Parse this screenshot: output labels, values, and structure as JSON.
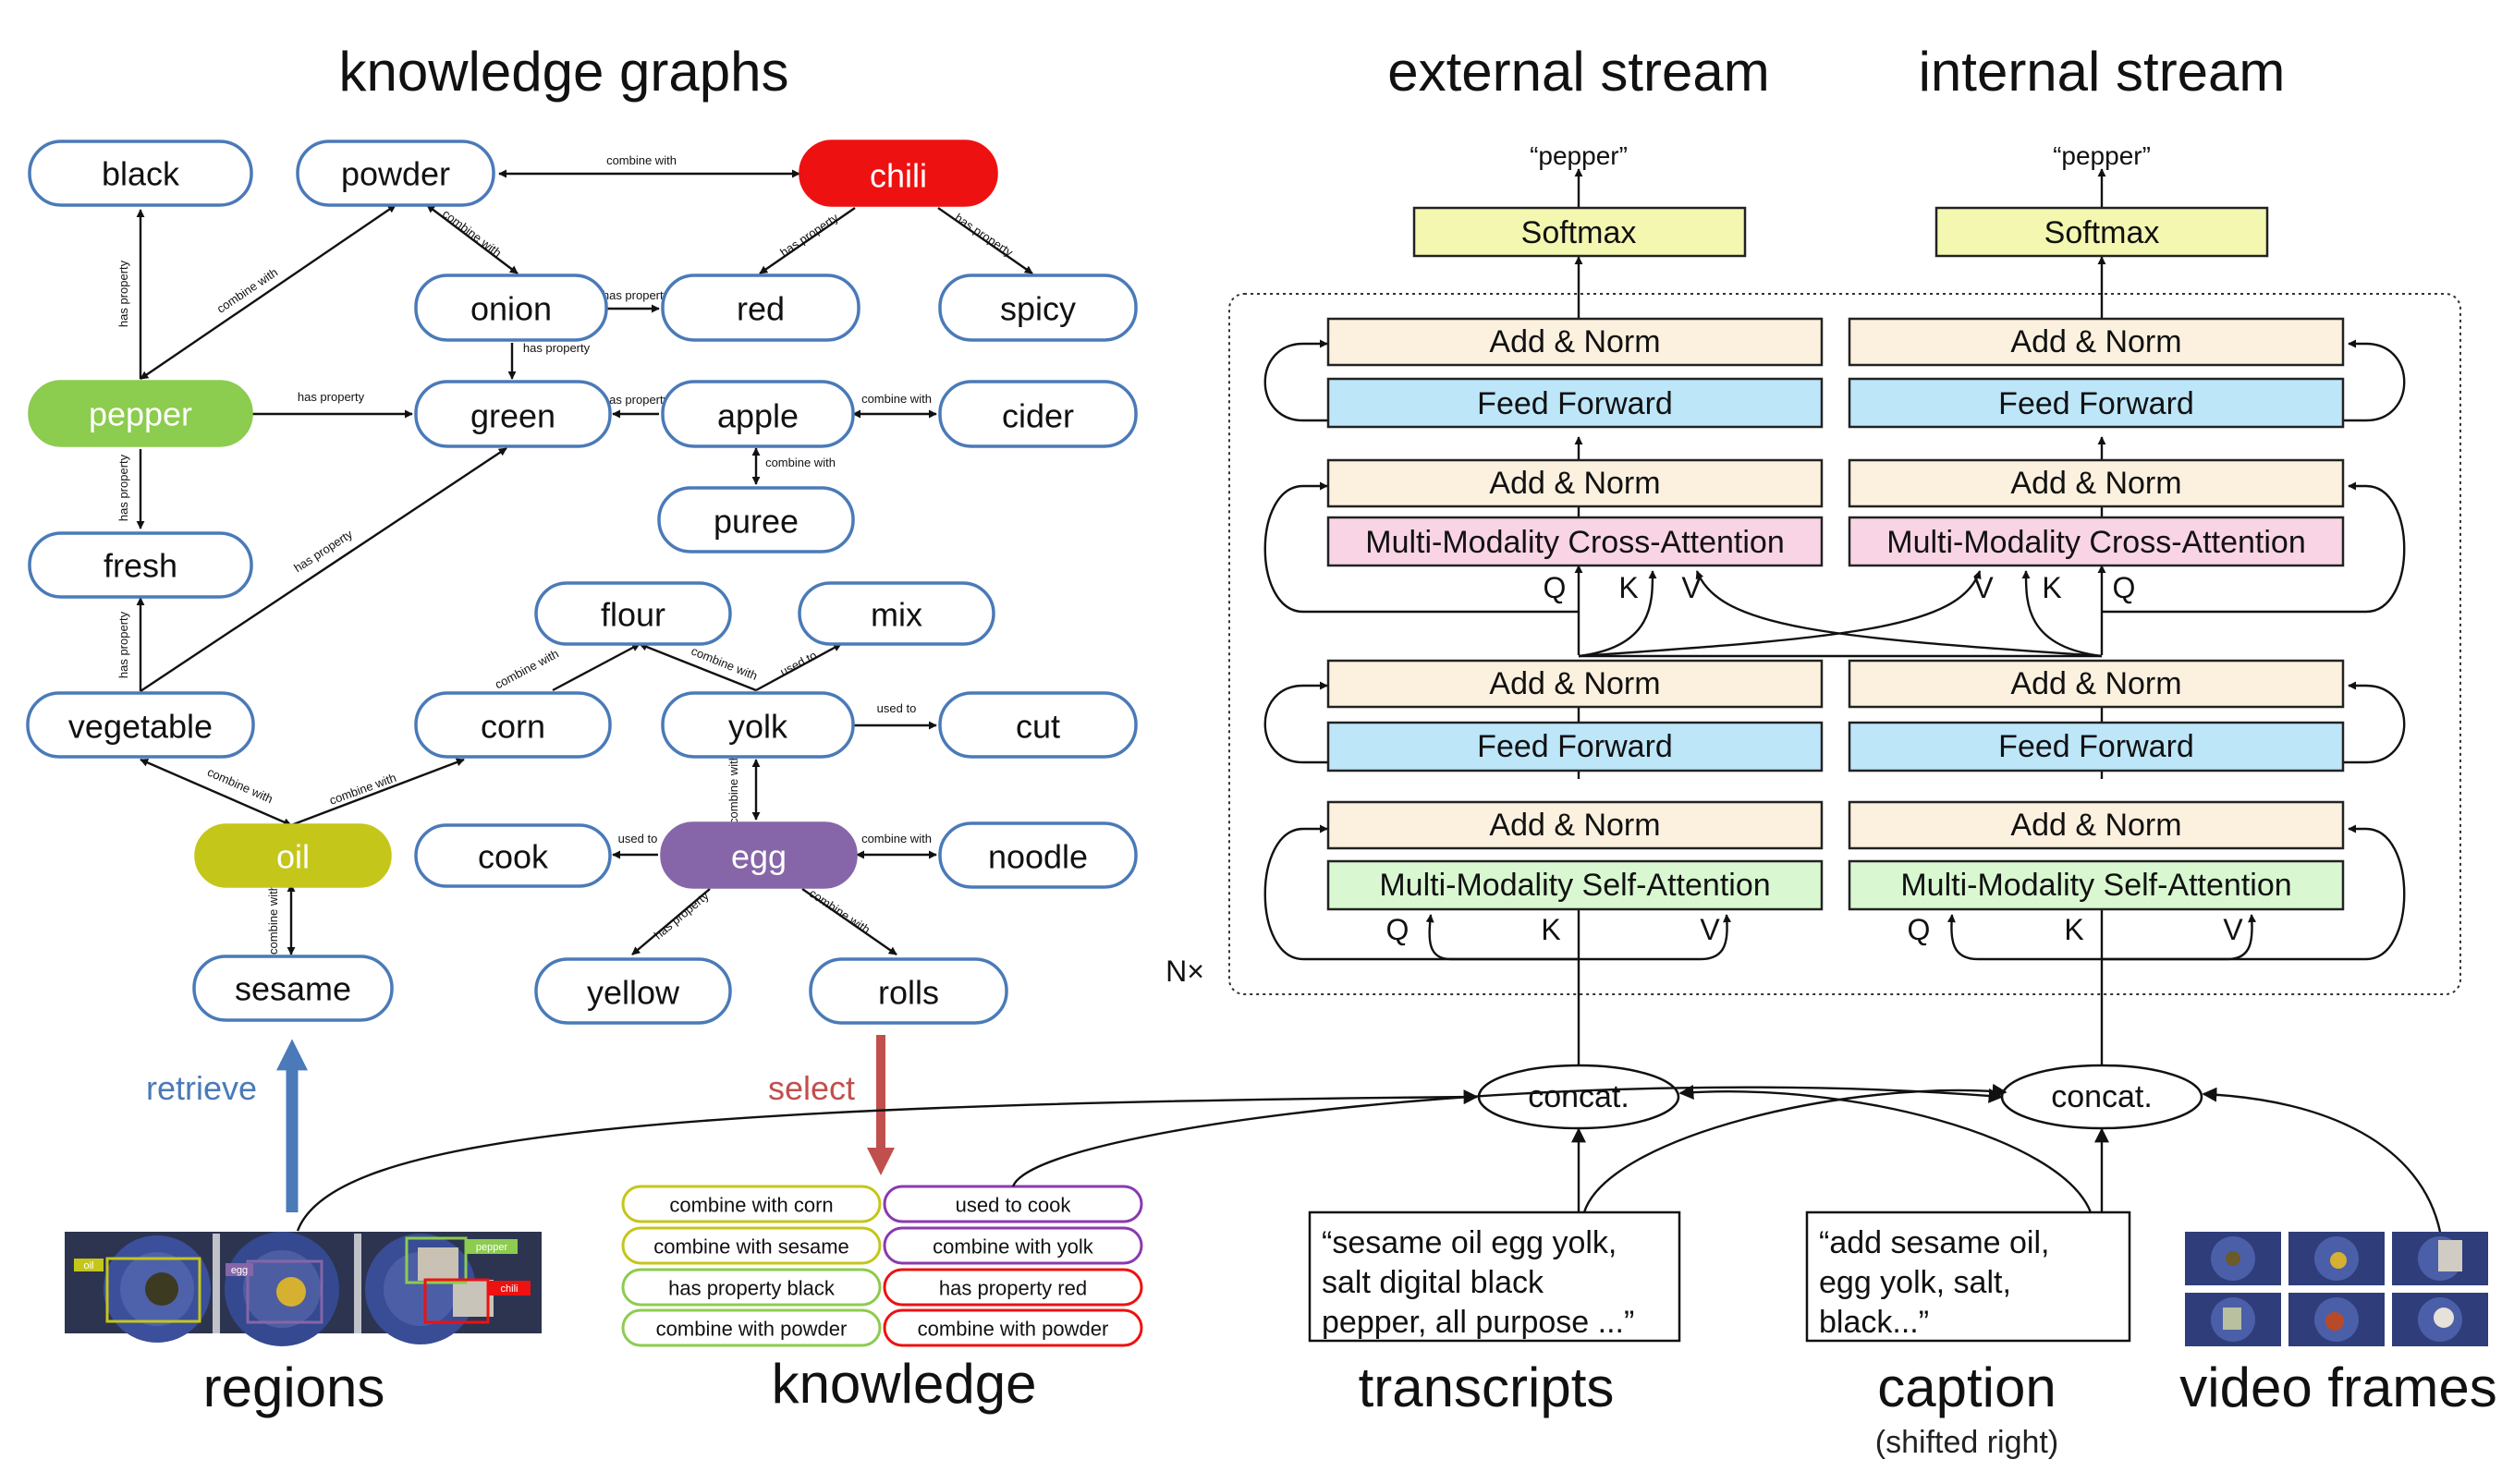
{
  "headings": {
    "knowledge_graphs": "knowledge graphs",
    "external_stream": "external stream",
    "internal_stream": "internal stream",
    "regions": "regions",
    "knowledge": "knowledge",
    "transcripts": "transcripts",
    "caption": "caption",
    "caption_sub": "(shifted right)",
    "video_frames": "video frames",
    "retrieve": "retrieve",
    "select": "select",
    "nx": "N×"
  },
  "graph_nodes": {
    "black": "black",
    "powder": "powder",
    "chili": "chili",
    "onion": "onion",
    "red": "red",
    "spicy": "spicy",
    "pepper": "pepper",
    "green": "green",
    "apple": "apple",
    "cider": "cider",
    "puree": "puree",
    "fresh": "fresh",
    "flour": "flour",
    "mix": "mix",
    "vegetable": "vegetable",
    "corn": "corn",
    "yolk": "yolk",
    "cut": "cut",
    "oil": "oil",
    "cook": "cook",
    "egg": "egg",
    "noodle": "noodle",
    "sesame": "sesame",
    "yellow": "yellow",
    "rolls": "rolls"
  },
  "edge_labels": {
    "powder_chili": "combine with",
    "chili_red": "has property",
    "chili_spicy": "has property",
    "powder_onion": "combine with",
    "onion_red": "has property",
    "onion_green": "has property",
    "pepper_powder": "combine with",
    "pepper_black": "has property",
    "pepper_green": "has property",
    "apple_green": "has property",
    "apple_cider": "combine with",
    "apple_puree": "combine with",
    "pepper_fresh": "has property",
    "vegetable_fresh": "has property",
    "vegetable_green": "has property",
    "corn_flour": "combine with",
    "yolk_flour": "combine with",
    "yolk_mix": "used to",
    "yolk_cut": "used to",
    "yolk_egg": "combine with",
    "oil_vegetable": "combine with",
    "oil_corn": "combine with",
    "egg_cook": "used to",
    "egg_noodle": "combine with",
    "egg_yellow": "has property",
    "egg_rolls": "combine with",
    "oil_sesame": "combine with"
  },
  "knowledge_items": {
    "left": [
      "combine with corn",
      "combine with sesame",
      "has property black",
      "combine with powder"
    ],
    "right": [
      "used to cook",
      "combine with yolk",
      "has property red",
      "combine with powder"
    ]
  },
  "region_tags": {
    "oil": "oil",
    "egg": "egg",
    "pepper": "pepper",
    "chili": "chili"
  },
  "streams": {
    "output": "“pepper”",
    "softmax": "Softmax",
    "add_norm": "Add & Norm",
    "feed_forward": "Feed Forward",
    "cross_attention": "Multi-Modality Cross-Attention",
    "self_attention": "Multi-Modality Self-Attention",
    "q": "Q",
    "k": "K",
    "v": "V",
    "concat": "concat."
  },
  "transcript_lines": [
    "“sesame oil egg yolk,",
    "salt digital black",
    "pepper, all purpose ...”"
  ],
  "caption_lines": [
    "“add sesame oil,",
    "egg yolk, salt,",
    "black...”"
  ],
  "colors": {
    "node_border": "#4a7ab8",
    "chili": "#ee1111",
    "pepper": "#8ccc4e",
    "oil": "#c5c61a",
    "egg": "#8666a8",
    "softmax": "#f3f7b0",
    "add_norm": "#fcf1de",
    "feed_forward": "#bde6f9",
    "cross_attention": "#f9d4e4",
    "self_attention": "#d9f8d1",
    "retrieve": "#4a7ab8",
    "select": "#c0504d"
  }
}
